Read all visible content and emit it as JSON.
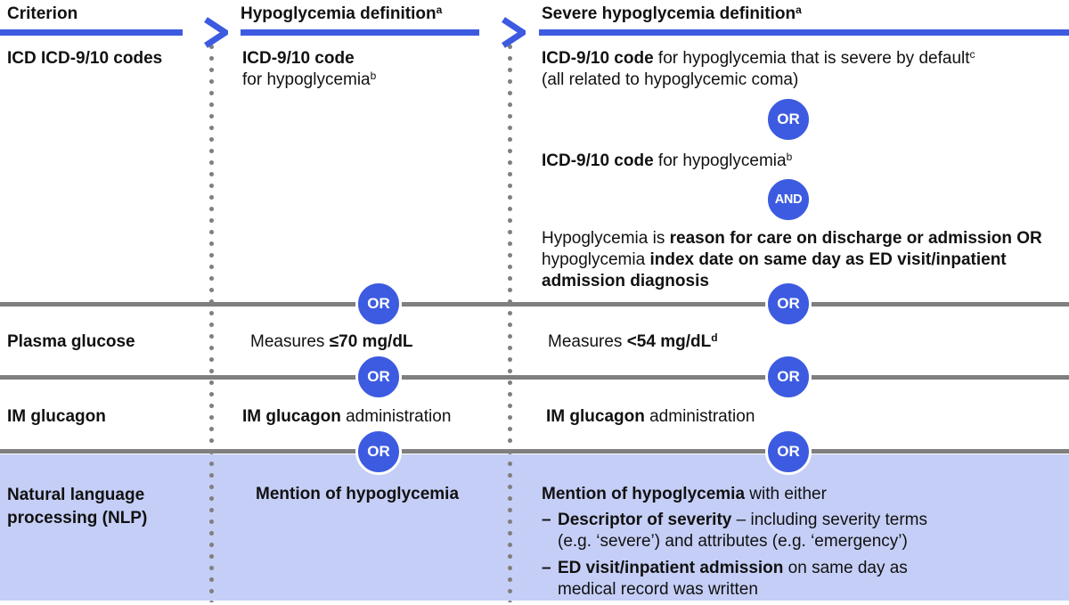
{
  "colors": {
    "accent_blue": "#3d5be0",
    "nlp_band": "#c5cef6",
    "line_gray": "#7f7f7f"
  },
  "labels": {
    "or": "OR",
    "and": "AND"
  },
  "header": {
    "criterion": "Criterion",
    "hypo": "Hypoglycemia definition",
    "hypo_sup": "a",
    "severe": "Severe hypoglycemia definition",
    "severe_sup": "a"
  },
  "icd": {
    "criterion": "ICD ICD-9/10 codes",
    "def_bold": "ICD-9/10 code",
    "def_line2": "for hypoglycemia",
    "def_sup": "b",
    "sev_a_bold": "ICD-9/10 code",
    "sev_a_rest": " for hypoglycemia that is severe by default",
    "sev_a_sup": "c",
    "sev_b": "(all related to hypoglycemic coma)",
    "sev_c_bold": "ICD-9/10 code",
    "sev_c_rest": " for hypoglycemia",
    "sev_c_sup": "b",
    "para_r1": "Hypoglycemia is ",
    "para_b1": "reason for care on discharge or admission OR",
    "para_r2": "hypoglycemia ",
    "para_b2": "index date on same day as ED visit/inpatient",
    "para_b3": "admission diagnosis"
  },
  "glucose": {
    "criterion": "Plasma glucose",
    "def_pre": "Measures ",
    "def_bold": "≤70 mg/dL",
    "sev_pre": "Measures ",
    "sev_bold": "<54 mg/dL",
    "sev_sup": "d"
  },
  "glucagon": {
    "criterion": "IM glucagon",
    "def_bold": "IM glucagon",
    "def_rest": " administration",
    "sev_bold": "IM glucagon",
    "sev_rest": " administration"
  },
  "nlp": {
    "criterion": "Natural language processing (NLP)",
    "def_bold": "Mention of hypoglycemia",
    "sev_bold": "Mention of hypoglycemia",
    "sev_rest": " with either",
    "b1_marker": "–",
    "b1_bold": "Descriptor of severity",
    "b1_rest": " – including severity terms",
    "b1_line2": "(e.g. ‘severe’) and attributes (e.g. ‘emergency’)",
    "b2_marker": "–",
    "b2_bold": "ED visit/inpatient admission",
    "b2_rest": " on same day as",
    "b2_line2": "medical record was written"
  }
}
